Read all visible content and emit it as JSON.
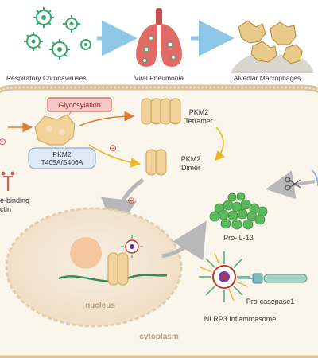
{
  "header": {
    "panel_1_label": "Respiratory Coronaviruses",
    "panel_2_label": "Viral Pneumonia",
    "panel_3_label": "Alveolar Macrophages"
  },
  "cell": {
    "glycosylation_label": "Glycosylation",
    "pkm2_mutant_line1": "PKM2",
    "pkm2_mutant_line2": "T405A/S406A",
    "tetramer_line1": "PKM2",
    "tetramer_line2": "Tetramer",
    "dimer_line1": "PKM2",
    "dimer_line2": "Dimer",
    "lectin_line1": "e-binding",
    "lectin_line2": "ctin",
    "pro_il1b_label": "Pro-IL-1β",
    "nucleus_label": "nucleus",
    "pro_caspase_label": "Pro-casepase1",
    "nlrp3_label": "NLRP3 Inflammasome",
    "cytoplasm_label": "cytoplasm",
    "inhibit_symbol": "⊖"
  },
  "colors": {
    "virus": "#3aa86b",
    "lung": "#d9534f",
    "macrophage": "#e8c98a",
    "protein": "#f1d29a",
    "glyco_box": "#f6c9c9",
    "glyco_border": "#c0392b",
    "mutant_box": "#dfe9f5",
    "il1b": "#5cb85c",
    "nucleus": "#f4e8d6",
    "membrane": "#d8c29a",
    "arrow_yellow": "#e9b824",
    "arrow_orange": "#e07b39",
    "arrow_gray": "#b8b8b8",
    "inhibit": "#d9534f"
  }
}
